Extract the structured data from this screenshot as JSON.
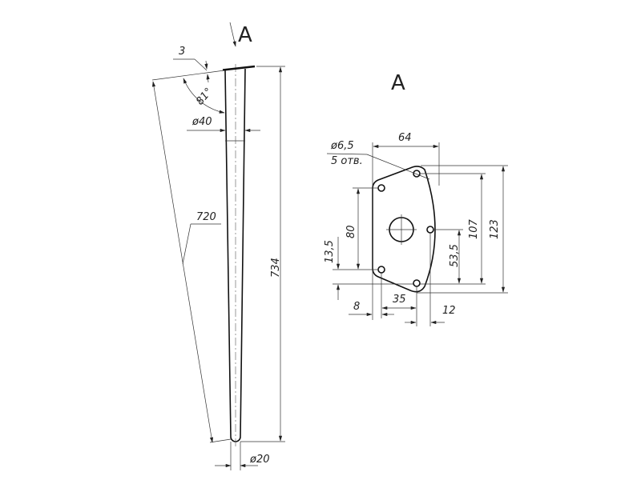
{
  "view_label": "A",
  "view_title": "A",
  "leg": {
    "thickness": "3",
    "angle": "81°",
    "top_diameter": "ø40",
    "bottom_diameter": "ø20",
    "length": "720",
    "height": "734"
  },
  "plate": {
    "hole_diameter": "ø6,5",
    "hole_count": "5 отв.",
    "width": "64",
    "dim_80": "80",
    "dim_13_5": "13,5",
    "dim_8": "8",
    "dim_35": "35",
    "dim_12": "12",
    "dim_53_5": "53,5",
    "dim_107": "107",
    "dim_123": "123"
  }
}
